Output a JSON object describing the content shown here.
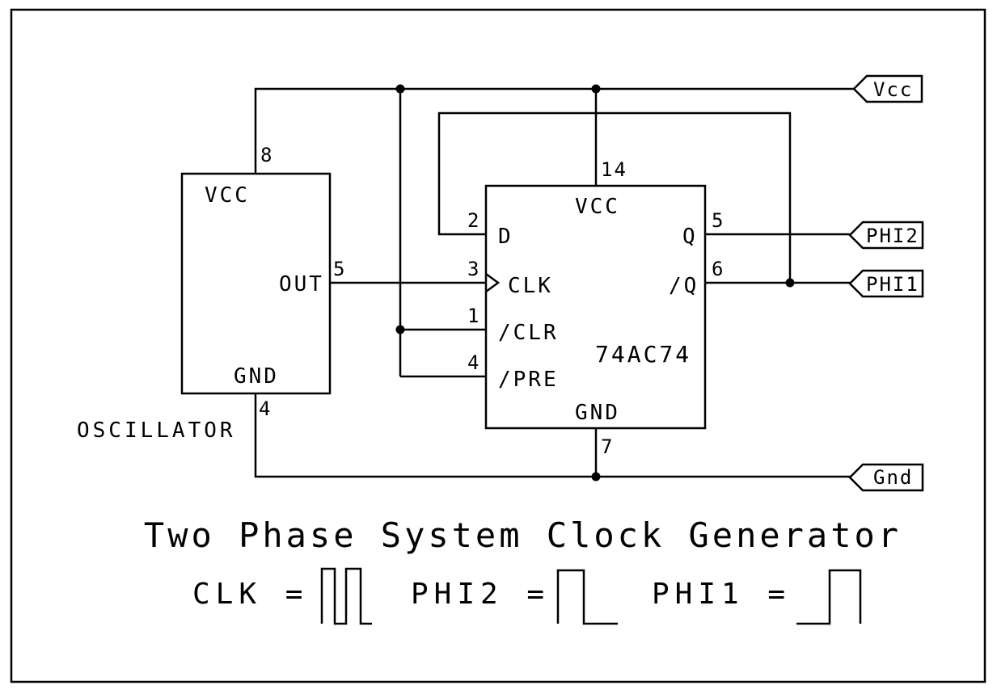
{
  "colors": {
    "ink": "#000000",
    "background": "#ffffff"
  },
  "title": "Two Phase System Clock Generator",
  "oscillator": {
    "label": "OSCILLATOR",
    "pins": {
      "vcc": {
        "name": "VCC",
        "number": "8"
      },
      "out": {
        "name": "OUT",
        "number": "5"
      },
      "gnd": {
        "name": "GND",
        "number": "4"
      }
    }
  },
  "flipflop": {
    "part": "74AC74",
    "pins": {
      "vcc": {
        "name": "VCC",
        "number": "14"
      },
      "d": {
        "name": "D",
        "number": "2"
      },
      "clk": {
        "name": "CLK",
        "number": "3"
      },
      "clr": {
        "name": "/CLR",
        "number": "1"
      },
      "pre": {
        "name": "/PRE",
        "number": "4"
      },
      "q": {
        "name": "Q",
        "number": "5"
      },
      "qbar": {
        "name": "/Q",
        "number": "6"
      },
      "gnd": {
        "name": "GND",
        "number": "7"
      }
    }
  },
  "net_flags": {
    "vcc": "Vcc",
    "phi2": "PHI2",
    "phi1": "PHI1",
    "gnd": "Gnd"
  },
  "legend": {
    "clk": "CLK =",
    "phi2": "PHI2 =",
    "phi1": "PHI1 ="
  }
}
